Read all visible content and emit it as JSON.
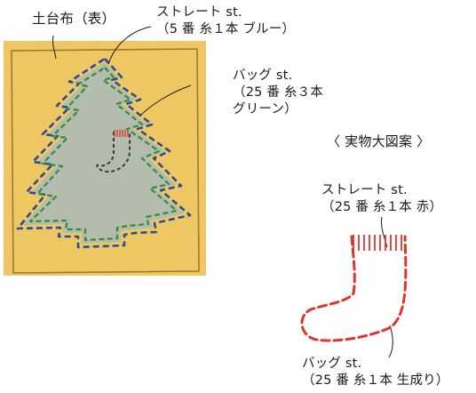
{
  "labels": {
    "base_fabric": "土台布（表）",
    "tree_outline_stitch": [
      "ストレート st.",
      "（5 番  糸１本  ブルー）"
    ],
    "tree_inner_stitch": [
      "バッグ st.",
      "（25 番  糸３本",
      "グリーン）"
    ],
    "actual_size_title": "〈 実物大図案 〉",
    "sock_top_stitch": [
      "ストレート st.",
      "（25 番  糸１本  赤）"
    ],
    "sock_outline_stitch": [
      "バッグ st.",
      "（25 番  糸１本  生成り）"
    ]
  },
  "colors": {
    "fabric_fill": "#efc65e",
    "fabric_border": "#a8742f",
    "tree_fill": "#b5bcae",
    "blue_stitch": "#2b4c9b",
    "green_stitch": "#2f8d3c",
    "red_stitch": "#e0352c",
    "dark_stitch": "#3b3a3a",
    "text": "#231815"
  }
}
